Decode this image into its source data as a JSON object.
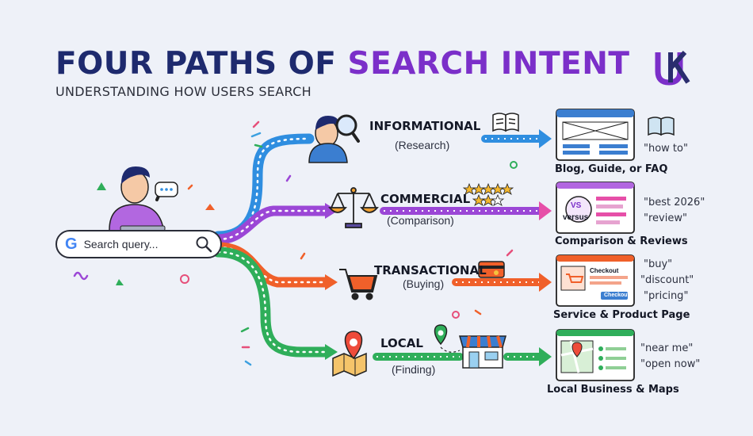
{
  "header": {
    "title_part1": "FOUR PATHS OF ",
    "title_part2": "SEARCH INTENT",
    "subtitle": "UNDERSTANDING HOW USERS SEARCH",
    "logo": "UKI"
  },
  "search": {
    "query_text": "Search query...",
    "logo_letter": "G"
  },
  "paths": [
    {
      "title": "INFORMATIONAL",
      "sub": "(Research)",
      "caption": "Blog, Guide, or FAQ",
      "keywords": [
        "\"how to\""
      ],
      "color": "#2f8ee0"
    },
    {
      "title": "COMMERCIAL",
      "sub": "(Comparison)",
      "caption": "Comparison & Reviews",
      "keywords": [
        "\"best 2026\"",
        "\"review\""
      ],
      "color": "#9b47d6",
      "badge": "versus",
      "badge_short": "VS"
    },
    {
      "title": "TRANSACTIONAL",
      "sub": "(Buying)",
      "caption": "Service & Product Page",
      "keywords": [
        "\"buy\"",
        "\"discount\"",
        "\"pricing\""
      ],
      "color": "#f0602a",
      "checkout_title": "Checkout",
      "checkout_button": "Checkout"
    },
    {
      "title": "LOCAL",
      "sub": "(Finding)",
      "caption": "Local Business & Maps",
      "keywords": [
        "\"near me\"",
        "\"open now\""
      ],
      "color": "#2fae5a"
    }
  ],
  "colors": {
    "navy": "#1e2a6e",
    "purple": "#7b2fc9",
    "background": "#eef1f8"
  }
}
